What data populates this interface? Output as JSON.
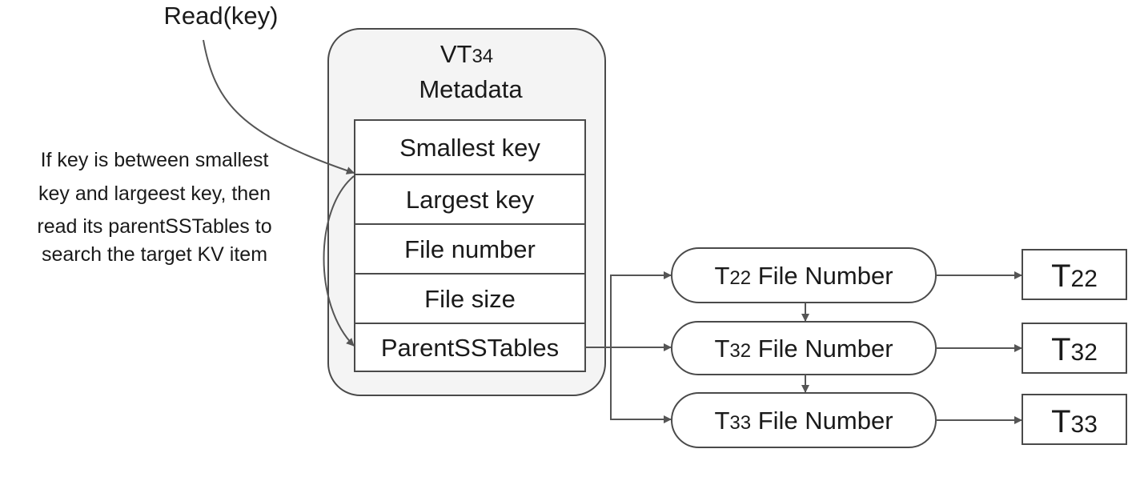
{
  "read_label": "Read(key)",
  "metadata": {
    "title_prefix": "VT",
    "title_id": "34",
    "subtitle": "Metadata",
    "fields": [
      "Smallest key",
      "Largest key",
      "File number",
      "File size",
      "ParentSSTables"
    ]
  },
  "note_lines": [
    "If key is between smallest",
    "key and largeest key, then",
    "read its parentSSTables to",
    "search the target KV item"
  ],
  "file_nodes": [
    {
      "prefix": "T",
      "id": "22",
      "label": " File Number"
    },
    {
      "prefix": "T",
      "id": "32",
      "label": " File Number"
    },
    {
      "prefix": "T",
      "id": "33",
      "label": " File Number"
    }
  ],
  "tables": [
    {
      "prefix": "T",
      "id": "22"
    },
    {
      "prefix": "T",
      "id": "32"
    },
    {
      "prefix": "T",
      "id": "33"
    }
  ],
  "colors": {
    "stroke": "#4a4a4a",
    "container_fill": "#f4f4f4",
    "box_fill": "#ffffff"
  }
}
